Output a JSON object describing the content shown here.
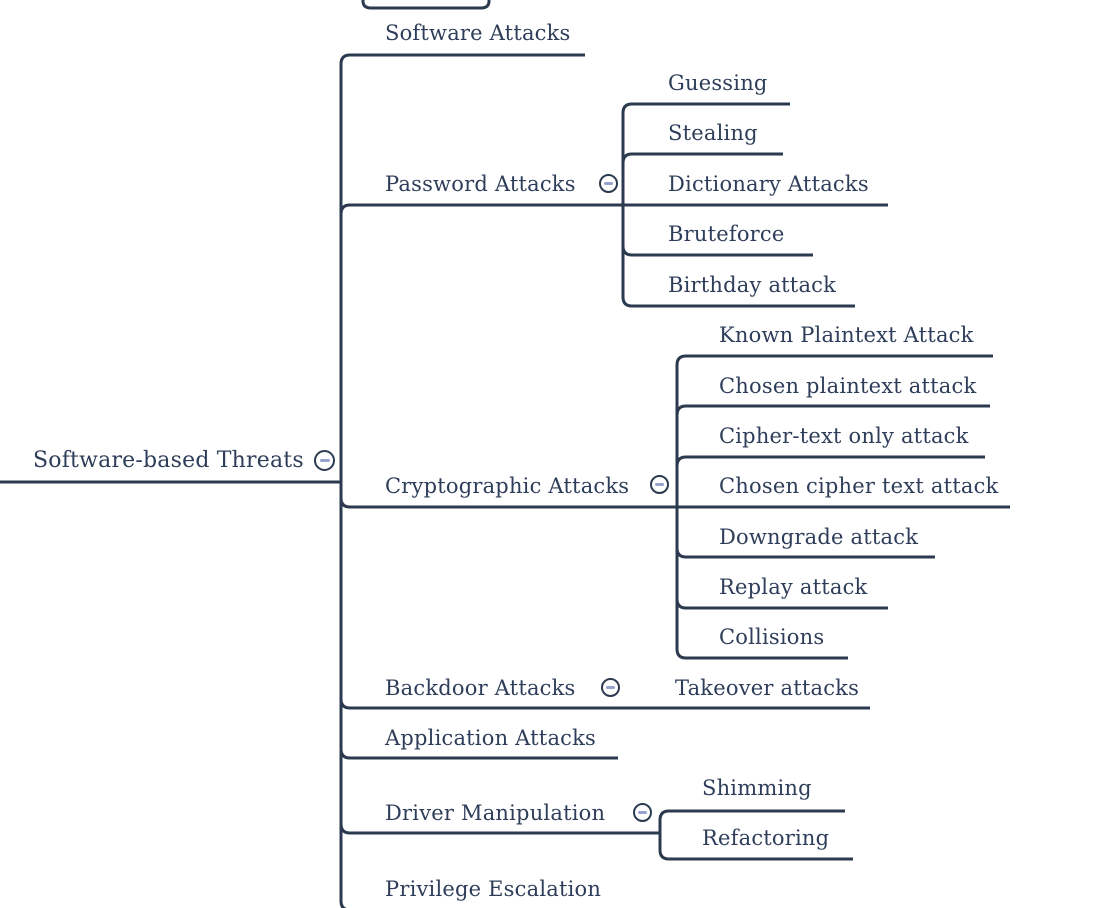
{
  "colors": {
    "line": "#2c3a50",
    "text": "#2e3d59",
    "collapse_dash": "#96a3cf",
    "background": "#ffffff"
  },
  "icons": {
    "collapse_expanded": "minus-circle"
  },
  "tree": {
    "label": "Software-based Threats",
    "toggle": "expanded",
    "children": [
      {
        "label": "Software Attacks",
        "children": []
      },
      {
        "label": "Password Attacks",
        "toggle": "expanded",
        "children": [
          {
            "label": "Guessing"
          },
          {
            "label": "Stealing"
          },
          {
            "label": "Dictionary Attacks"
          },
          {
            "label": "Bruteforce"
          },
          {
            "label": "Birthday attack"
          }
        ]
      },
      {
        "label": "Cryptographic Attacks",
        "toggle": "expanded",
        "children": [
          {
            "label": "Known Plaintext Attack"
          },
          {
            "label": "Chosen plaintext attack"
          },
          {
            "label": "Cipher-text only attack"
          },
          {
            "label": "Chosen cipher text attack"
          },
          {
            "label": "Downgrade attack"
          },
          {
            "label": "Replay attack"
          },
          {
            "label": "Collisions"
          }
        ]
      },
      {
        "label": "Backdoor Attacks",
        "toggle": "expanded",
        "children": [
          {
            "label": "Takeover attacks"
          }
        ]
      },
      {
        "label": "Application Attacks",
        "children": []
      },
      {
        "label": "Driver Manipulation",
        "toggle": "expanded",
        "children": [
          {
            "label": "Shimming"
          },
          {
            "label": "Refactoring"
          }
        ]
      },
      {
        "label": "Privilege Escalation",
        "children": []
      }
    ]
  }
}
